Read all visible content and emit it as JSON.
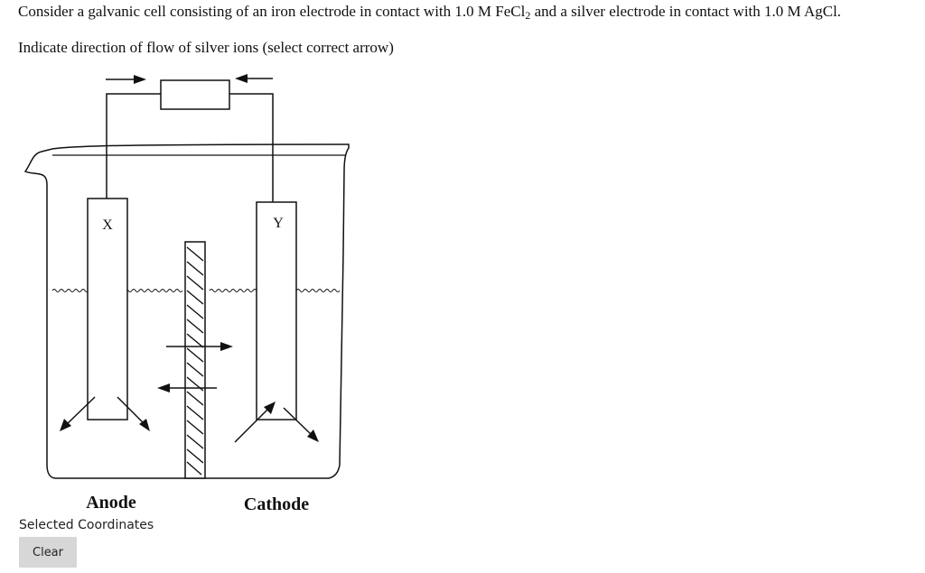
{
  "question": {
    "prefix": "Consider a galvanic cell consisting of an iron electrode in contact with 1.0 M FeCl",
    "subscript": "2",
    "suffix": " and a silver electrode in contact with 1.0 M AgCl."
  },
  "instruction": "Indicate direction of flow of silver ions (select correct arrow)",
  "diagram": {
    "electrode_left": "X",
    "electrode_right": "Y",
    "anode_label": "Anode",
    "cathode_label": "Cathode"
  },
  "selection": {
    "label": "Selected Coordinates",
    "clear_label": "Clear"
  }
}
